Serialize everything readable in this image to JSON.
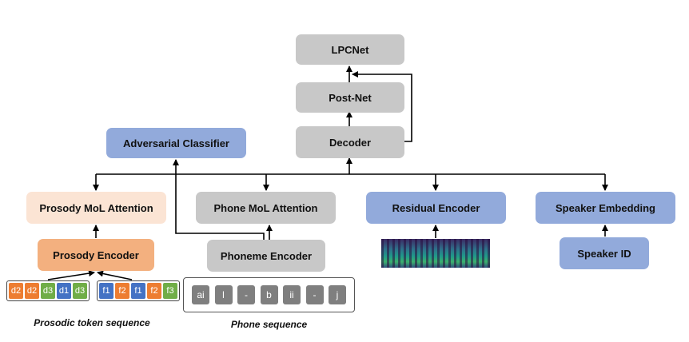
{
  "blocks": {
    "lpcnet": "LPCNet",
    "postnet": "Post-Net",
    "decoder": "Decoder",
    "adversarial": "Adversarial Classifier",
    "prosody_attention": "Prosody MoL Attention",
    "phone_attention": "Phone MoL Attention",
    "residual_encoder": "Residual Encoder",
    "speaker_embedding": "Speaker Embedding",
    "prosody_encoder": "Prosody Encoder",
    "phoneme_encoder": "Phoneme Encoder",
    "speaker_id": "Speaker ID"
  },
  "colors": {
    "grey": "#c8c8c8",
    "blue": "#92aadb",
    "peach": "#fbe4d4",
    "orange": "#f3b07f",
    "token_orange": "#ed7d31",
    "token_green": "#70ad47",
    "token_blue": "#4472c4",
    "phone_grey": "#7f7f7f"
  },
  "prosodic_tokens": {
    "durations": [
      {
        "label": "d2",
        "color": "orange"
      },
      {
        "label": "d2",
        "color": "orange"
      },
      {
        "label": "d3",
        "color": "green"
      },
      {
        "label": "d1",
        "color": "blue"
      },
      {
        "label": "d3",
        "color": "green"
      }
    ],
    "f0": [
      {
        "label": "f1",
        "color": "blue"
      },
      {
        "label": "f2",
        "color": "orange"
      },
      {
        "label": "f1",
        "color": "blue"
      },
      {
        "label": "f2",
        "color": "orange"
      },
      {
        "label": "f3",
        "color": "green"
      }
    ],
    "caption": "Prosodic token sequence"
  },
  "phone_sequence": {
    "phones": [
      "ai",
      "l",
      "-",
      "b",
      "ii",
      "-",
      "j"
    ],
    "caption": "Phone sequence"
  },
  "spectrogram_icon": "mel-spectrogram-image"
}
